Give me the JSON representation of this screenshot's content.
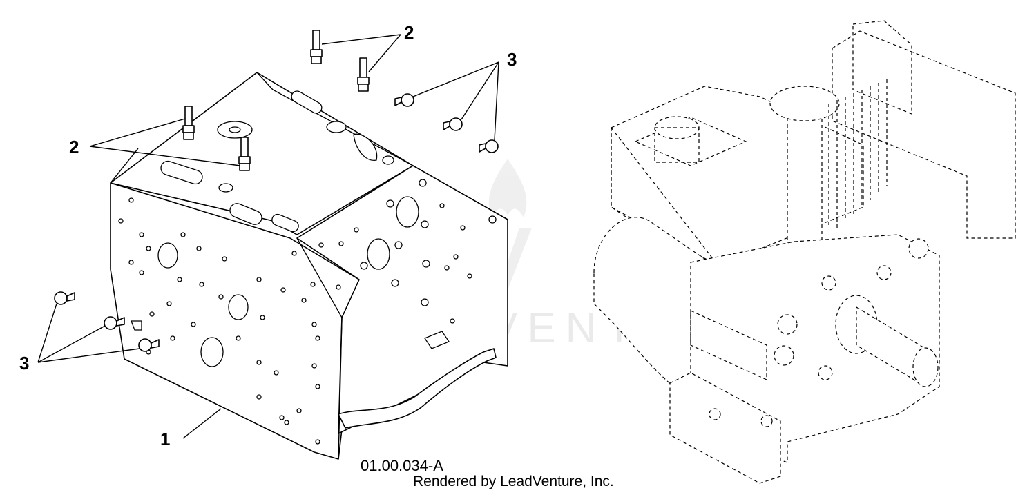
{
  "callouts": {
    "frame": "1",
    "stud": "2",
    "bolt": "3"
  },
  "figure_code": "01.00.034-A",
  "credit": "Rendered by LeadVenture, Inc.",
  "watermark": "LEADVENTURE",
  "colors": {
    "line": "#000000",
    "background": "#ffffff",
    "watermark": "#d9d9d9"
  }
}
